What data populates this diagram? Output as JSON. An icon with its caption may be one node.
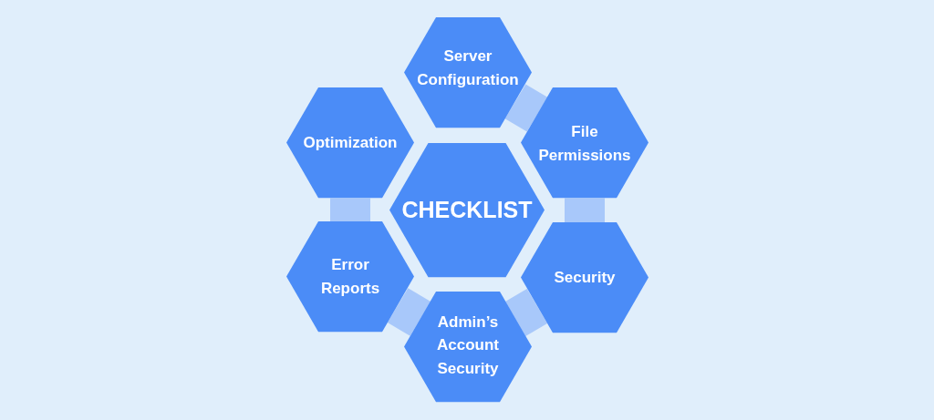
{
  "diagram": {
    "nodes": [
      {
        "text": [
          "Server Configuration"
        ]
      },
      {
        "text": [
          "Optimization"
        ]
      },
      {
        "text": [
          "File Permissions"
        ]
      },
      {
        "text": [
          "CHECKLIST"
        ]
      },
      {
        "text": [
          "Error Reports"
        ]
      },
      {
        "text": [
          "Security"
        ]
      },
      {
        "text": [
          "Admin’s Account Security"
        ]
      }
    ],
    "edges": [
      {
        "from": 0,
        "to": 2,
        "arrow": "none"
      },
      {
        "from": 2,
        "to": 5,
        "arrow": "none"
      },
      {
        "from": 5,
        "to": 6,
        "arrow": "none"
      },
      {
        "from": 6,
        "to": 4,
        "arrow": "none"
      },
      {
        "from": 4,
        "to": 1,
        "arrow": "none"
      }
    ]
  }
}
